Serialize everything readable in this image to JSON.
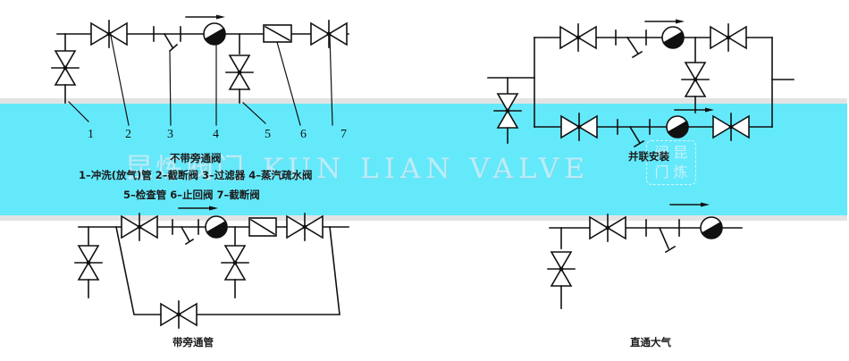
{
  "watermark": {
    "cn": "昆炼阀门",
    "en": "KUN LIAN VALVE",
    "stamp_line1": "阀 昆",
    "stamp_line2": "门 炼"
  },
  "diagram_no_bypass": {
    "title": "不带旁通阀",
    "part_numbers": [
      "1",
      "2",
      "3",
      "4",
      "5",
      "6",
      "7"
    ],
    "legend_line1": "1–冲洗(放气)管   2–截断阀   3–过滤器   4–蒸汽疏水阀",
    "legend_line2": "5–检查管   6–止回阀   7–截断阀",
    "legend": [
      {
        "no": "1",
        "name": "冲洗(放气)管"
      },
      {
        "no": "2",
        "name": "截断阀"
      },
      {
        "no": "3",
        "name": "过滤器"
      },
      {
        "no": "4",
        "name": "蒸汽疏水阀"
      },
      {
        "no": "5",
        "name": "检查管"
      },
      {
        "no": "6",
        "name": "止回阀"
      },
      {
        "no": "7",
        "name": "截断阀"
      }
    ]
  },
  "diagram_parallel": {
    "title": "并联安装"
  },
  "diagram_bypass": {
    "title": "带旁通管"
  },
  "diagram_atmosphere": {
    "title": "直通大气"
  },
  "colors": {
    "band": "#64e9fb",
    "band_edge": "#e3e3e3",
    "line": "#111111",
    "watermark": "#b7eefa"
  }
}
